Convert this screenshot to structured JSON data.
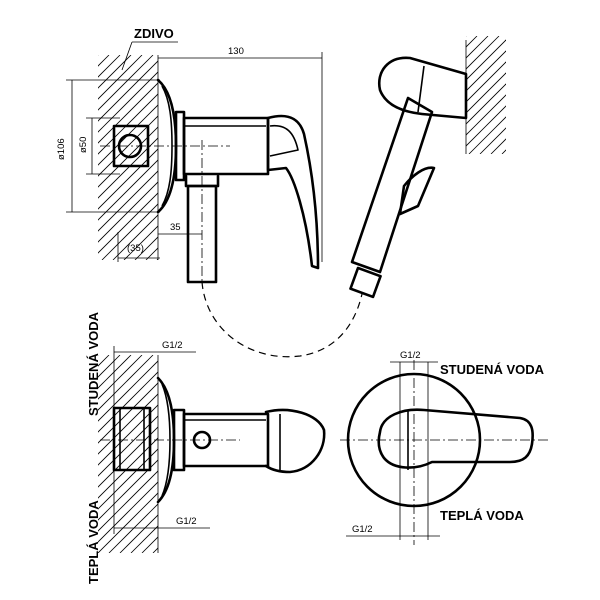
{
  "labels": {
    "wall": "ZDIVO",
    "cold_water_vertical": "STUDENÁ VODA",
    "hot_water_vertical": "TEPLÁ VODA",
    "cold_water_front": "STUDENÁ VODA",
    "hot_water_front": "TEPLÁ VODA"
  },
  "dimensions": {
    "total_length": "130",
    "flange_diameter": "ø106",
    "body_diameter": "ø50",
    "outlet_offset": "35",
    "wall_depth": "(35)",
    "thread_cold_side": "G1/2",
    "thread_hot_side": "G1/2",
    "thread_front_top": "G1/2",
    "thread_front_bottom": "G1/2"
  }
}
